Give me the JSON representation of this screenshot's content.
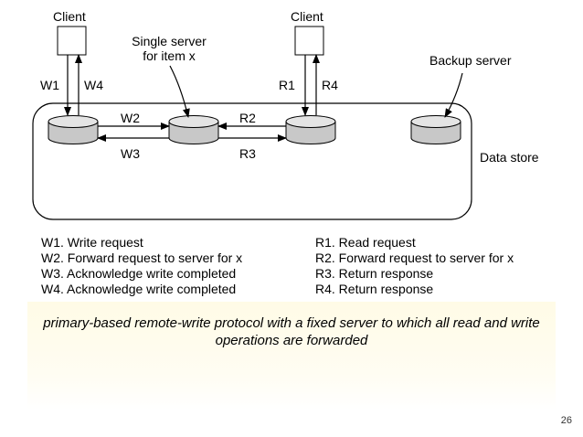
{
  "diagram": {
    "client_left": "Client",
    "client_right": "Client",
    "single_server": [
      "Single server",
      "for item x"
    ],
    "backup_server": "Backup server",
    "data_store": "Data store",
    "arrows": {
      "w1": "W1",
      "w4": "W4",
      "r1": "R1",
      "r4": "R4",
      "w2": "W2",
      "w3": "W3",
      "r2": "R2",
      "r3": "R3"
    }
  },
  "legend": {
    "write": [
      "W1. Write request",
      "W2. Forward request to server for x",
      "W3. Acknowledge write completed",
      "W4. Acknowledge write completed"
    ],
    "read": [
      "R1. Read request",
      "R2. Forward request to server for x",
      "R3. Return response",
      "R4. Return response"
    ]
  },
  "caption": "primary-based remote-write protocol with a fixed server to which all read and write operations are forwarded",
  "page_number": "26"
}
